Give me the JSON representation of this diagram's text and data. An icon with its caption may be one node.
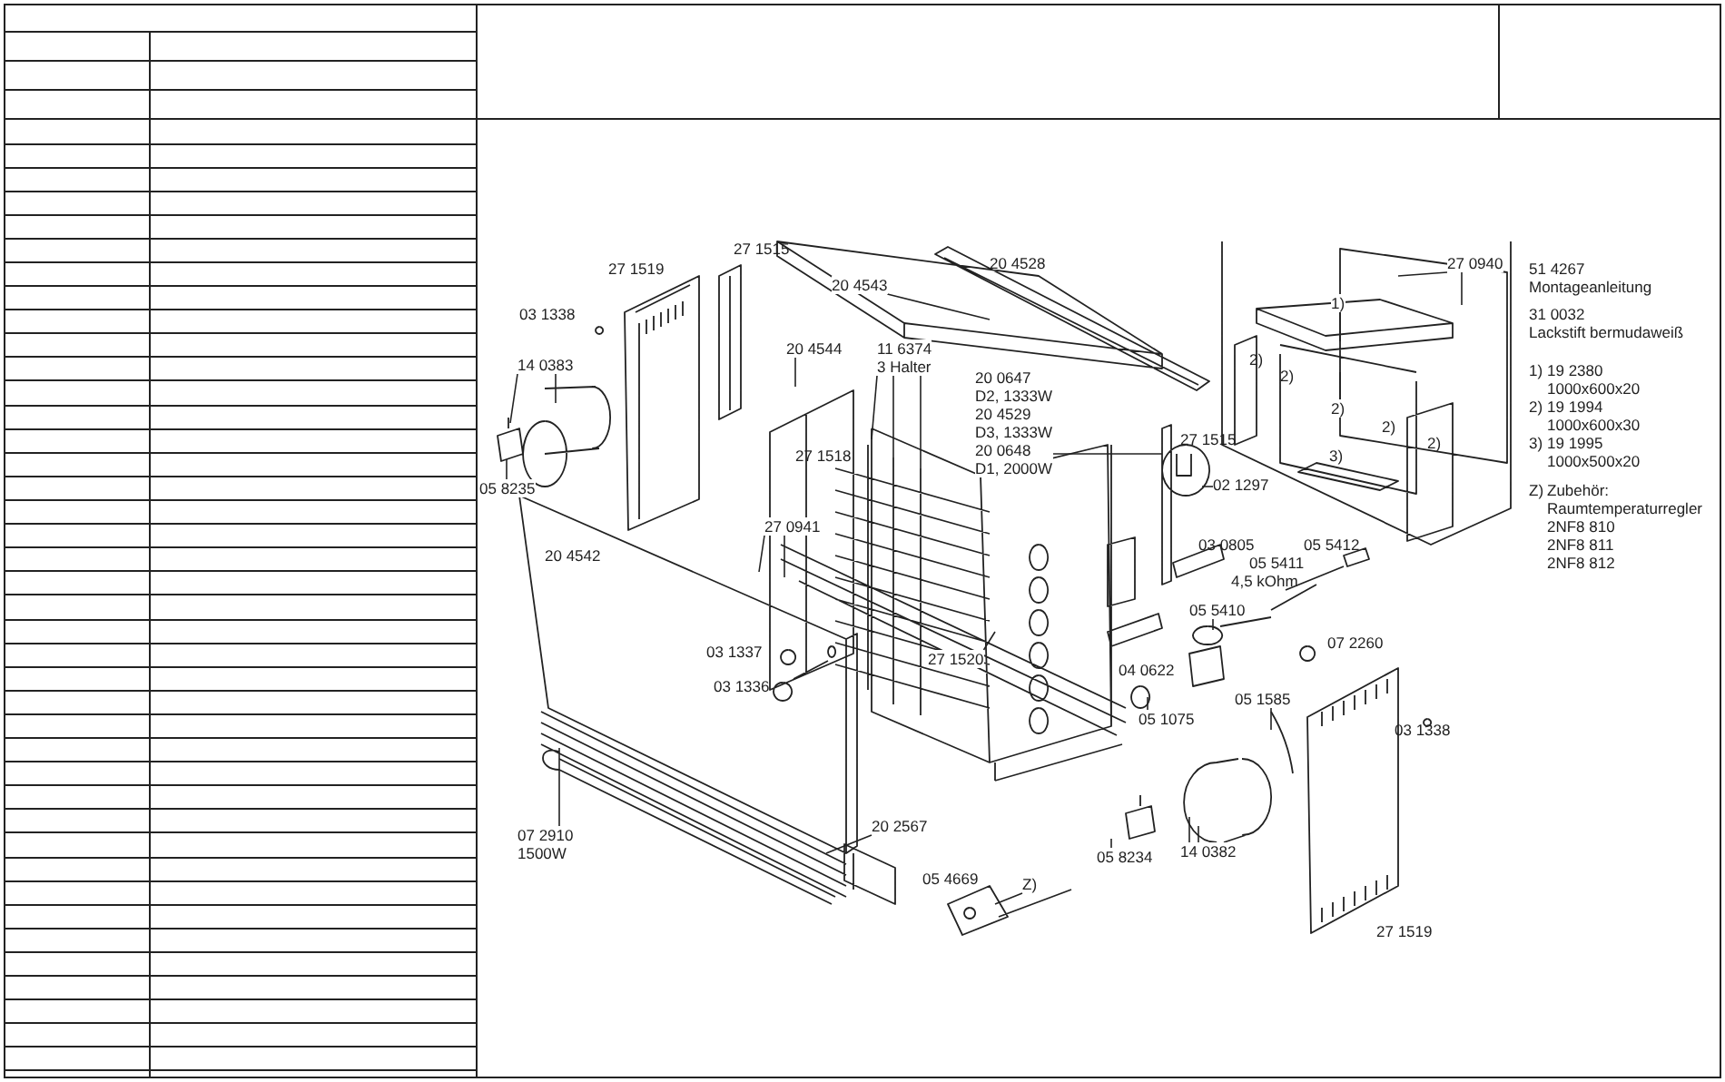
{
  "diagram": {
    "nodes": [
      {
        "text": [
          "14 0383"
        ]
      },
      {
        "text": [
          "05 8235"
        ]
      },
      {
        "text": [
          "20 4543"
        ]
      },
      {
        "text": [
          "20 4544"
        ]
      },
      {
        "text": [
          "11 6374",
          "3 Halter"
        ]
      },
      {
        "text": [
          "20 0647",
          "D2, 1333W",
          "20 4529",
          "D3, 1333W",
          "20 0648",
          "D1, 2000W"
        ]
      },
      {
        "text": [
          "27 0941"
        ]
      },
      {
        "text": [
          "27 1520"
        ]
      },
      {
        "text": [
          "07 2910",
          "1500W"
        ]
      },
      {
        "text": [
          "20 2567"
        ]
      },
      {
        "text": [
          "Z)"
        ]
      },
      {
        "text": [
          "27 0940"
        ]
      },
      {
        "text": [
          "1)"
        ]
      },
      {
        "text": [
          "2)"
        ]
      },
      {
        "text": [
          "02 1297"
        ]
      },
      {
        "text": [
          "05 5410"
        ]
      },
      {
        "text": [
          "05 1075"
        ]
      },
      {
        "text": [
          "05 1585"
        ]
      },
      {
        "text": [
          "14 0382"
        ]
      },
      {
        "text": [
          "05 8234"
        ]
      }
    ],
    "edges": [
      {
        "from": 0,
        "to": null,
        "arrow": "none"
      },
      {
        "from": 0,
        "to": null,
        "arrow": "none"
      },
      {
        "from": 1,
        "to": null,
        "arrow": "none"
      },
      {
        "from": 2,
        "to": null,
        "arrow": "none"
      },
      {
        "from": 3,
        "to": null,
        "arrow": "none"
      },
      {
        "from": 4,
        "to": null,
        "arrow": "none"
      },
      {
        "from": 4,
        "to": null,
        "arrow": "none"
      },
      {
        "from": 4,
        "to": null,
        "arrow": "none"
      },
      {
        "from": 5,
        "to": null,
        "arrow": "none"
      },
      {
        "from": 6,
        "to": null,
        "arrow": "none"
      },
      {
        "from": 6,
        "to": null,
        "arrow": "none"
      },
      {
        "from": 7,
        "to": null,
        "arrow": "none"
      },
      {
        "from": 8,
        "to": null,
        "arrow": "none"
      },
      {
        "from": 9,
        "to": null,
        "arrow": "none"
      },
      {
        "from": 10,
        "to": null,
        "arrow": "none"
      },
      {
        "from": 11,
        "to": null,
        "arrow": "none"
      },
      {
        "from": 11,
        "to": null,
        "arrow": "none"
      },
      {
        "from": 12,
        "to": null,
        "arrow": "none"
      },
      {
        "from": 13,
        "to": null,
        "arrow": "none"
      },
      {
        "from": 14,
        "to": null,
        "arrow": "none"
      },
      {
        "from": 15,
        "to": null,
        "arrow": "none"
      },
      {
        "from": 16,
        "to": null,
        "arrow": "none"
      },
      {
        "from": 17,
        "to": null,
        "arrow": "none"
      },
      {
        "from": 18,
        "to": null,
        "arrow": "none"
      },
      {
        "from": 18,
        "to": null,
        "arrow": "none"
      },
      {
        "from": 19,
        "to": null,
        "arrow": "none"
      }
    ],
    "labels": [
      "27 1519",
      "27 1515",
      "20 4528",
      "03 1338",
      "51 4267",
      "Montageanleitung",
      "31 0032",
      "Lackstift bermudaweiß",
      "1)",
      "19 2380",
      "1000x600x20",
      "2)",
      "19 1994",
      "1000x600x30",
      "3)",
      "19 1995",
      "1000x500x20",
      "Z)",
      "Zubehör:",
      "Raumtemperaturregler",
      "2NF8 810",
      "2NF8 811",
      "2NF8 812",
      "2)",
      "2)",
      "2)",
      "27 1515",
      "2)",
      "27 1518",
      "3)",
      "20 4542",
      "03 0805",
      "05 5412",
      "05 5411",
      "4,5 kOhm",
      "07 2260",
      "04 0622",
      "03 1337",
      "03 1336",
      "03 1338",
      "05 4669",
      "27 1519"
    ]
  }
}
